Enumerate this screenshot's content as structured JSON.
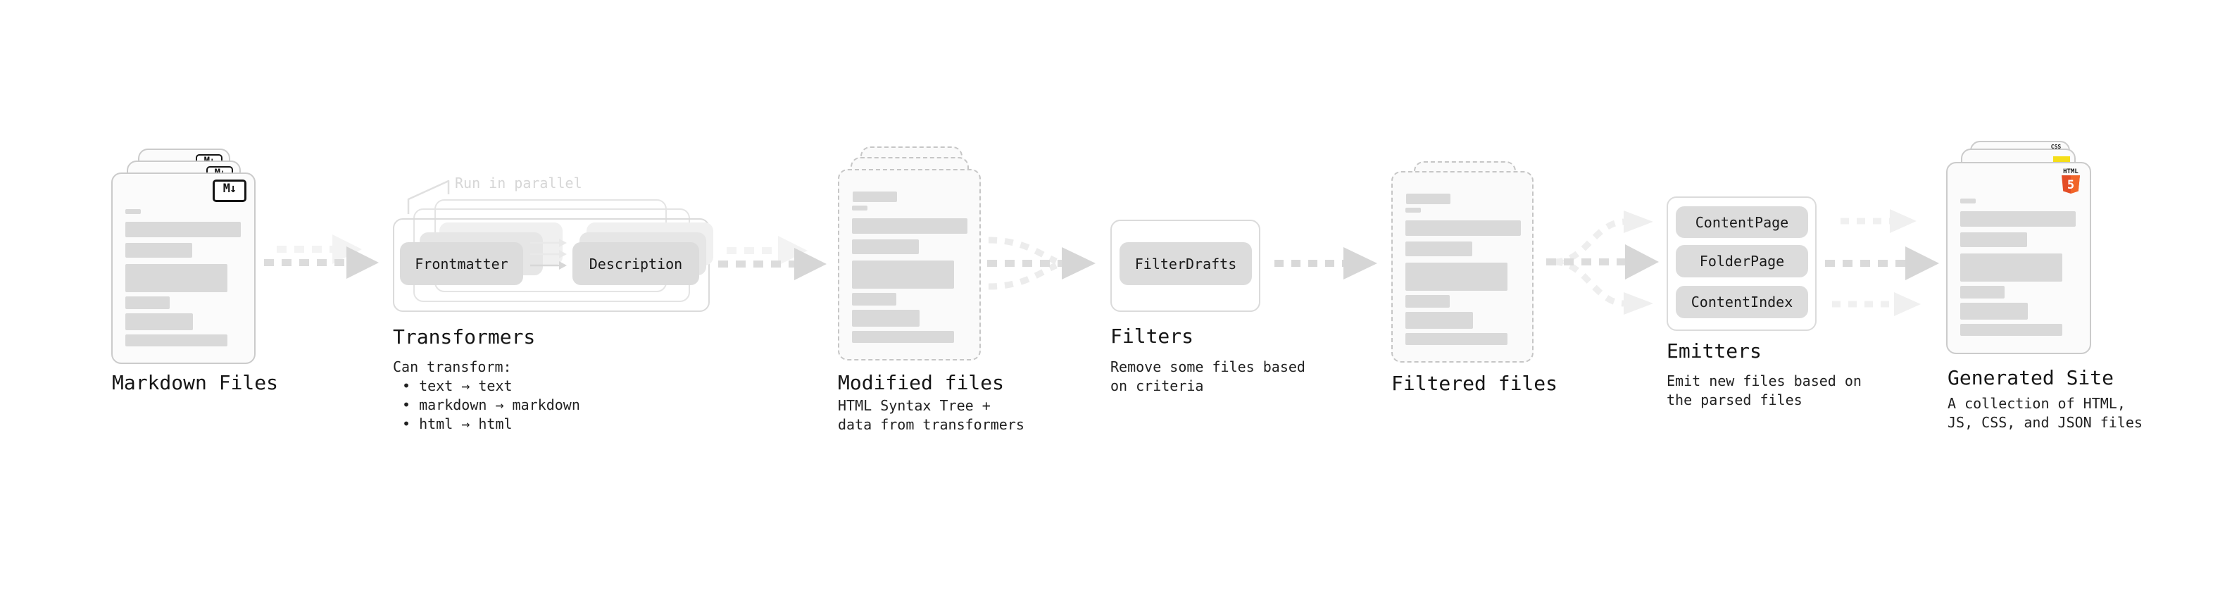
{
  "stages": {
    "markdown": {
      "title": "Markdown Files"
    },
    "transformers": {
      "title": "Transformers",
      "annotation": "Run in parallel",
      "plugins": [
        "Frontmatter",
        "Description"
      ],
      "desc_heading": "Can transform:",
      "bullets": [
        "• text → text",
        "• markdown → markdown",
        "• html → html"
      ]
    },
    "modified": {
      "title": "Modified files",
      "desc": [
        "HTML Syntax Tree +",
        "data from transformers"
      ]
    },
    "filters": {
      "title": "Filters",
      "plugins": [
        "FilterDrafts"
      ],
      "desc": [
        "Remove some files based",
        "on criteria"
      ]
    },
    "filtered": {
      "title": "Filtered files"
    },
    "emitters": {
      "title": "Emitters",
      "plugins": [
        "ContentPage",
        "FolderPage",
        "ContentIndex"
      ],
      "desc": [
        "Emit new files based on",
        "the parsed files"
      ]
    },
    "generated": {
      "title": "Generated Site",
      "desc": [
        "A collection of HTML,",
        "JS, CSS, and JSON files"
      ]
    }
  },
  "badges": {
    "markdown_logo": "M↓",
    "css_label": "CSS",
    "html5_label": "HTML",
    "html5_number": "5"
  },
  "colors": {
    "html5_orange": "#e44d26",
    "html5_orange_light": "#f16529",
    "js_yellow": "#f5de19",
    "css_blue": "#2965f1"
  }
}
